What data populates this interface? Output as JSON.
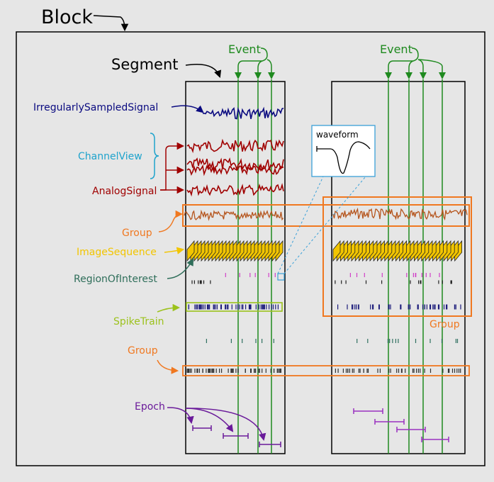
{
  "labels": {
    "block": "Block",
    "segment": "Segment",
    "event_left": "Event",
    "event_right": "Event",
    "irregular": "IrregularlySampledSignal",
    "channelview": "ChannelView",
    "analogsignal": "AnalogSignal",
    "group_signal": "Group",
    "imagesequence": "ImageSequence",
    "roi": "RegionOfInterest",
    "spiketrain": "SpikeTrain",
    "group_spikes": "Group",
    "group_right": "Group",
    "epoch": "Epoch",
    "waveform": "waveform"
  },
  "colors": {
    "background": "#e6e6e6",
    "event": "#1f8a1f",
    "irregular": "#0a0a80",
    "channelview": "#1ea3cc",
    "analog": "#a00000",
    "group": "#f07820",
    "group_signal_trace": "#b5541c",
    "imagesequence": "#f2c500",
    "roi": "#2f6e5a",
    "spiketrain": "#9cc21c",
    "spike_pink": "#d040c8",
    "spike_navy": "#1a1a7a",
    "spike_teal": "#2f7060",
    "epoch": "#6a1a9a",
    "epoch_right": "#9a30c0",
    "waveform_box": "#3aa0d8"
  }
}
